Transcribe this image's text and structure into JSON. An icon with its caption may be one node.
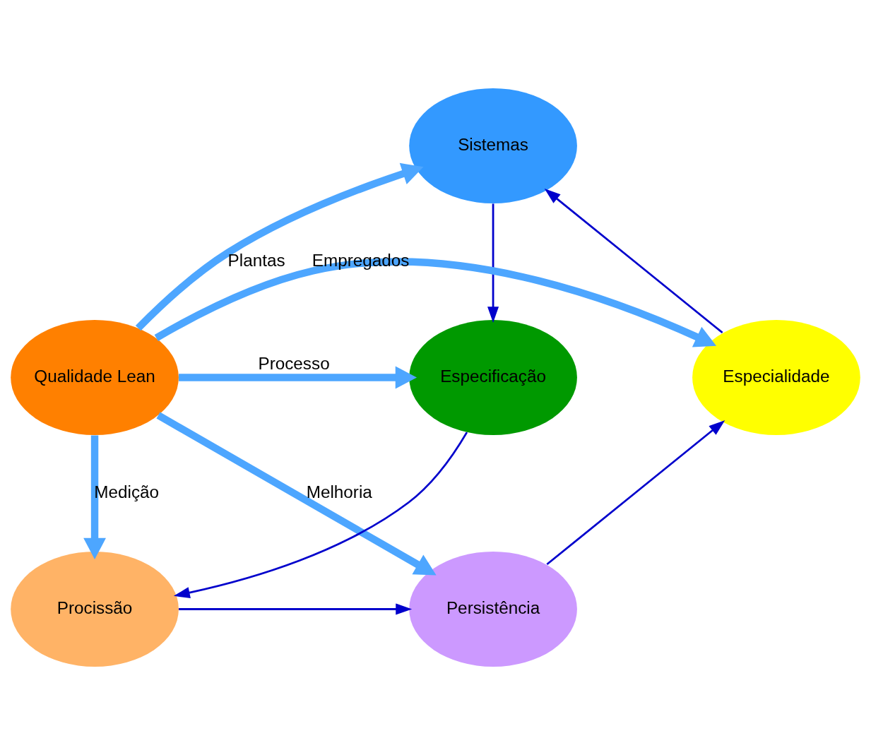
{
  "diagram": {
    "nodes": [
      {
        "text": [
          "Sistemas"
        ]
      },
      {
        "text": [
          "Especificação"
        ]
      },
      {
        "text": [
          "Procissão"
        ]
      },
      {
        "text": [
          "Persistência"
        ]
      },
      {
        "text": [
          "Especialidade"
        ]
      },
      {
        "text": [
          "Qualidade Lean"
        ]
      }
    ],
    "edges": [
      {
        "from": 0,
        "to": 1,
        "arrow": "to"
      },
      {
        "from": 1,
        "to": 2,
        "arrow": "to"
      },
      {
        "from": 2,
        "to": 3,
        "arrow": "to"
      },
      {
        "from": 3,
        "to": 4,
        "arrow": "to"
      },
      {
        "from": 4,
        "to": 0,
        "arrow": "to"
      },
      {
        "from": 5,
        "to": 0,
        "arrow": "to",
        "label": "Plantas",
        "style": "thick",
        "color": "#4da6ff"
      },
      {
        "from": 5,
        "to": 1,
        "arrow": "to",
        "label": "Processo",
        "style": "thick",
        "color": "#4da6ff"
      },
      {
        "from": 5,
        "to": 2,
        "arrow": "to",
        "label": "Medição",
        "style": "thick",
        "color": "#4da6ff"
      },
      {
        "from": 5,
        "to": 3,
        "arrow": "to",
        "label": "Melhoria",
        "style": "thick",
        "color": "#4da6ff"
      },
      {
        "from": 5,
        "to": 4,
        "arrow": "to",
        "label": "Empregados",
        "style": "thick",
        "color": "#4da6ff"
      }
    ]
  }
}
